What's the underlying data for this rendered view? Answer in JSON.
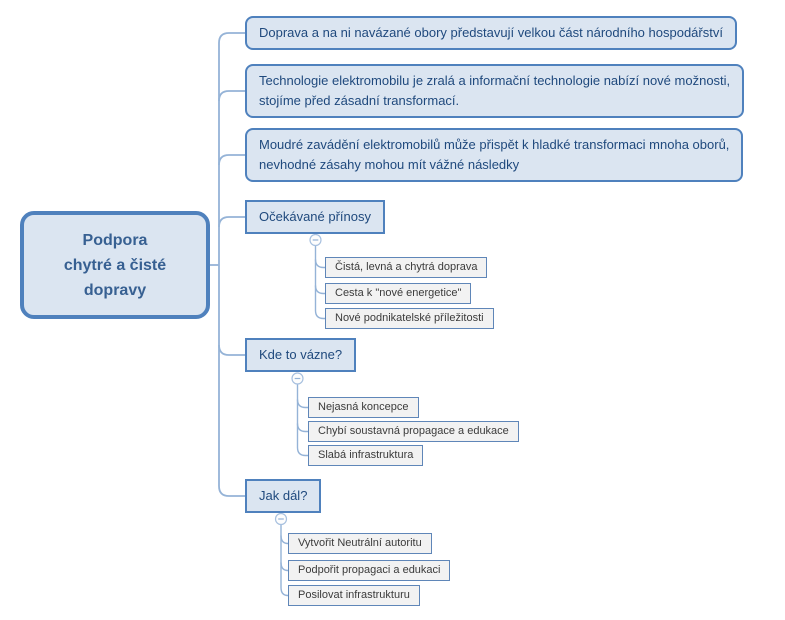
{
  "root": {
    "lines": [
      "Podpora",
      "chytré a čisté",
      "dopravy"
    ]
  },
  "branches": [
    {
      "lines": [
        "Doprava a na ni navázané obory představují velkou část národního hospodářství"
      ]
    },
    {
      "lines": [
        "Technologie elektromobilu je zralá a informační technologie nabízí nové možnosti,",
        "stojíme před zásadní transformací."
      ]
    },
    {
      "lines": [
        "Moudré zavádění elektromobilů může přispět k hladké transformaci mnoha oborů,",
        "nevhodné zásahy mohou mít vážné následky"
      ]
    }
  ],
  "topics": [
    {
      "label": "Očekávané přínosy",
      "children": [
        "Čistá, levná a chytrá doprava",
        "Cesta k \"nové energetice\"",
        "Nové podnikatelské příležitosti"
      ]
    },
    {
      "label": "Kde to vázne?",
      "children": [
        "Nejasná koncepce",
        "Chybí soustavná propagace a edukace",
        "Slabá infrastruktura"
      ]
    },
    {
      "label": "Jak dál?",
      "children": [
        "Vytvořit Neutrální autoritu",
        "Podpořit propagaci a edukaci",
        "Posilovat infrastrukturu"
      ]
    }
  ],
  "icons": {
    "collapse_toggle": "minus-circle-icon"
  },
  "colors": {
    "background": "#ffffff",
    "node_fill": "#dbe5f1",
    "node_border": "#4f81bd",
    "root_text": "#376092",
    "branch_text": "#1f497d",
    "child_fill": "#f2f2f2",
    "child_border": "#5f86b8",
    "child_text": "#3b3b3b",
    "connector": "#95b3d7"
  }
}
